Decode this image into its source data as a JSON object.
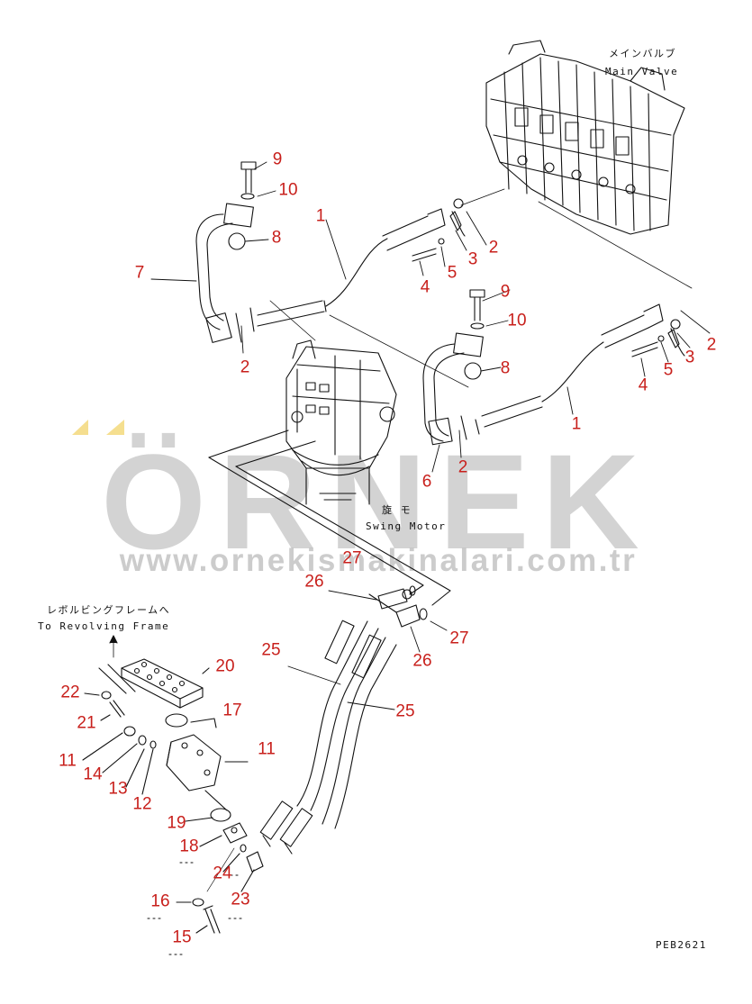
{
  "watermark": {
    "brand": "ÖRNEK",
    "url": "www.ornekismakinalari.com.tr"
  },
  "labels": {
    "main_valve_jp": "メインバルブ",
    "main_valve_en": "Main Valve",
    "swing_motor_jp": "旋 モ",
    "swing_motor_en": "Swing Motor",
    "revolving_jp": "レボルビングフレームへ",
    "revolving_en": "To Revolving Frame",
    "drawing_code": "PEB2621"
  },
  "callouts": [
    "1",
    "2",
    "3",
    "4",
    "5",
    "6",
    "7",
    "8",
    "9",
    "10",
    "11",
    "12",
    "13",
    "14",
    "15",
    "16",
    "17",
    "18",
    "19",
    "20",
    "21",
    "22",
    "23",
    "24",
    "25",
    "26",
    "27"
  ],
  "colors": {
    "callout": "#c8201c",
    "line": "#111111",
    "watermark": "#b4b4b4",
    "watermark_accent": "#f2d46a"
  }
}
